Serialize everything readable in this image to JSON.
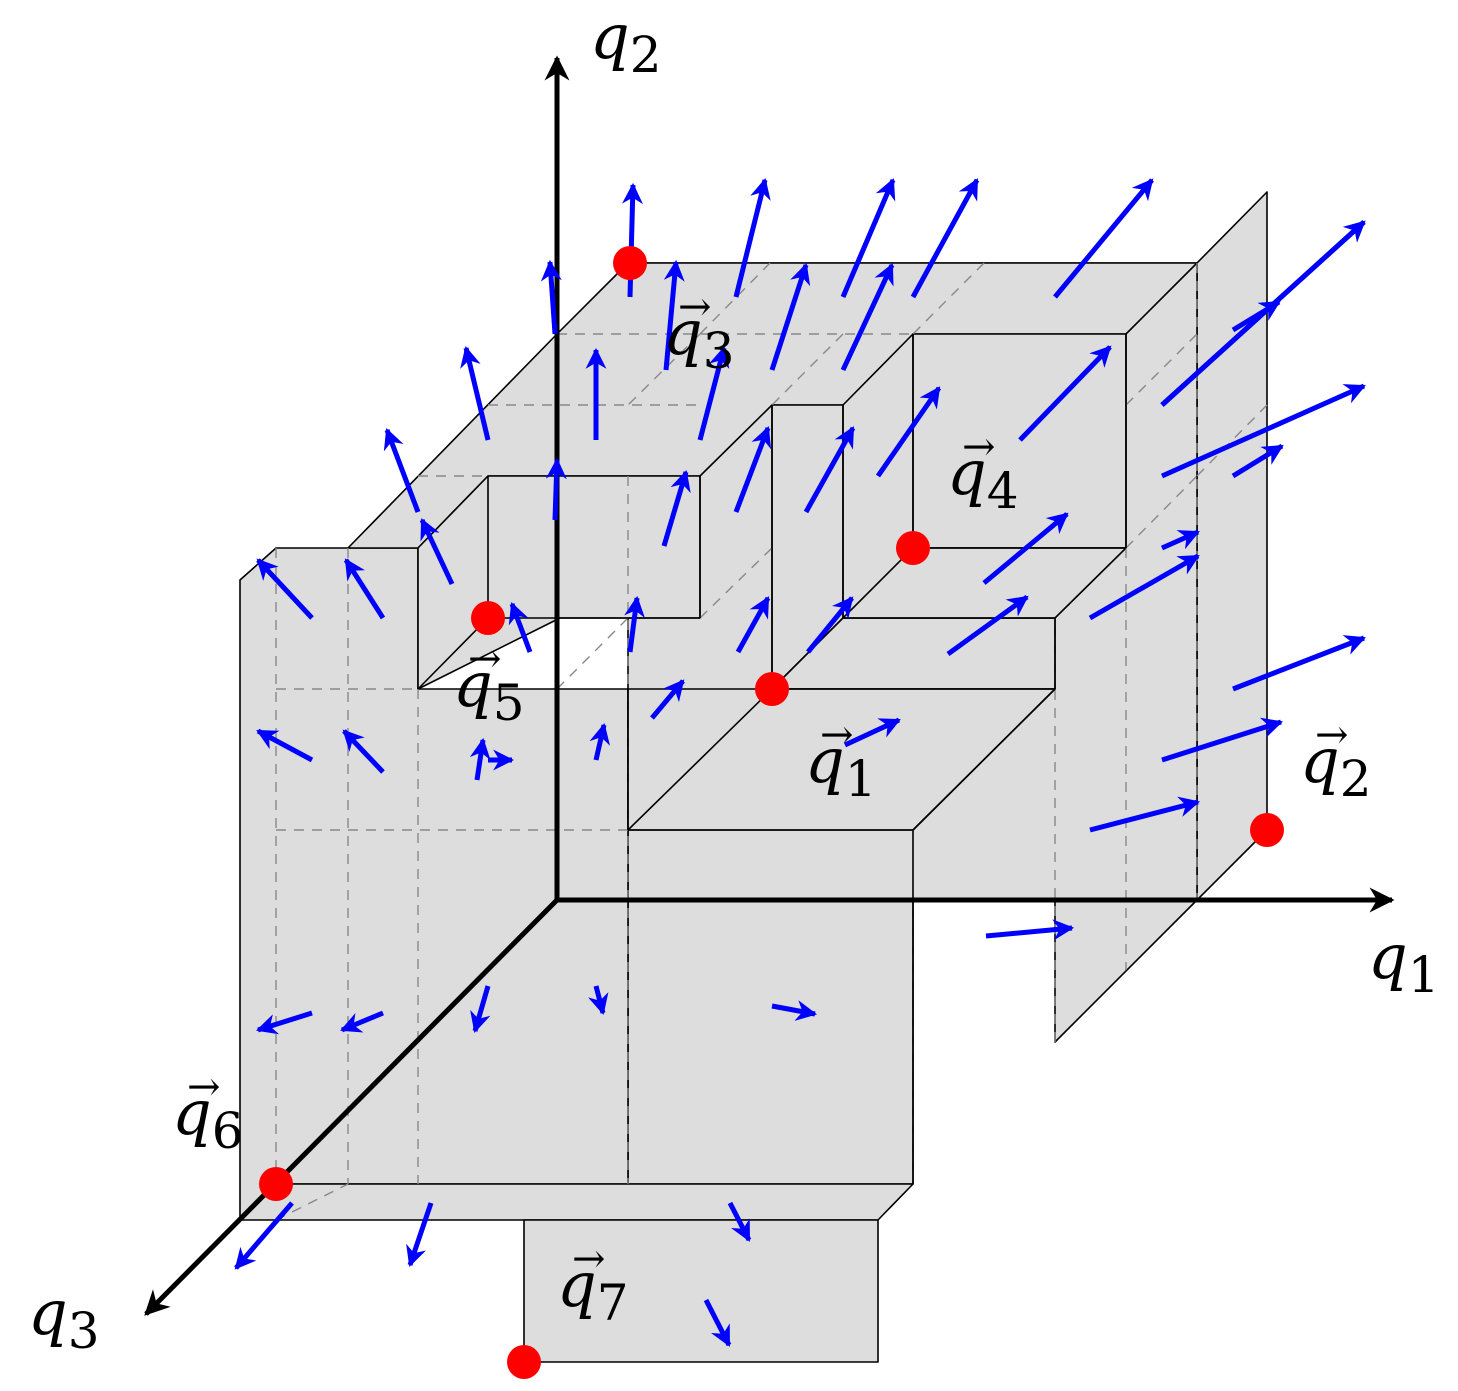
{
  "axes": {
    "q1": {
      "name": "q",
      "sub": "1"
    },
    "q2": {
      "name": "q",
      "sub": "2"
    },
    "q3": {
      "name": "q",
      "sub": "3"
    }
  },
  "points": [
    {
      "name": "q",
      "sub": "1",
      "arrow": "→"
    },
    {
      "name": "q",
      "sub": "2",
      "arrow": "→"
    },
    {
      "name": "q",
      "sub": "3",
      "arrow": "→"
    },
    {
      "name": "q",
      "sub": "4",
      "arrow": "→"
    },
    {
      "name": "q",
      "sub": "5",
      "arrow": "→"
    },
    {
      "name": "q",
      "sub": "6",
      "arrow": "→"
    },
    {
      "name": "q",
      "sub": "7",
      "arrow": "→"
    }
  ],
  "colors": {
    "vector_arrows": "#0000ff",
    "points": "#ff0000",
    "faces": "#dddddd",
    "axes": "#000000"
  }
}
